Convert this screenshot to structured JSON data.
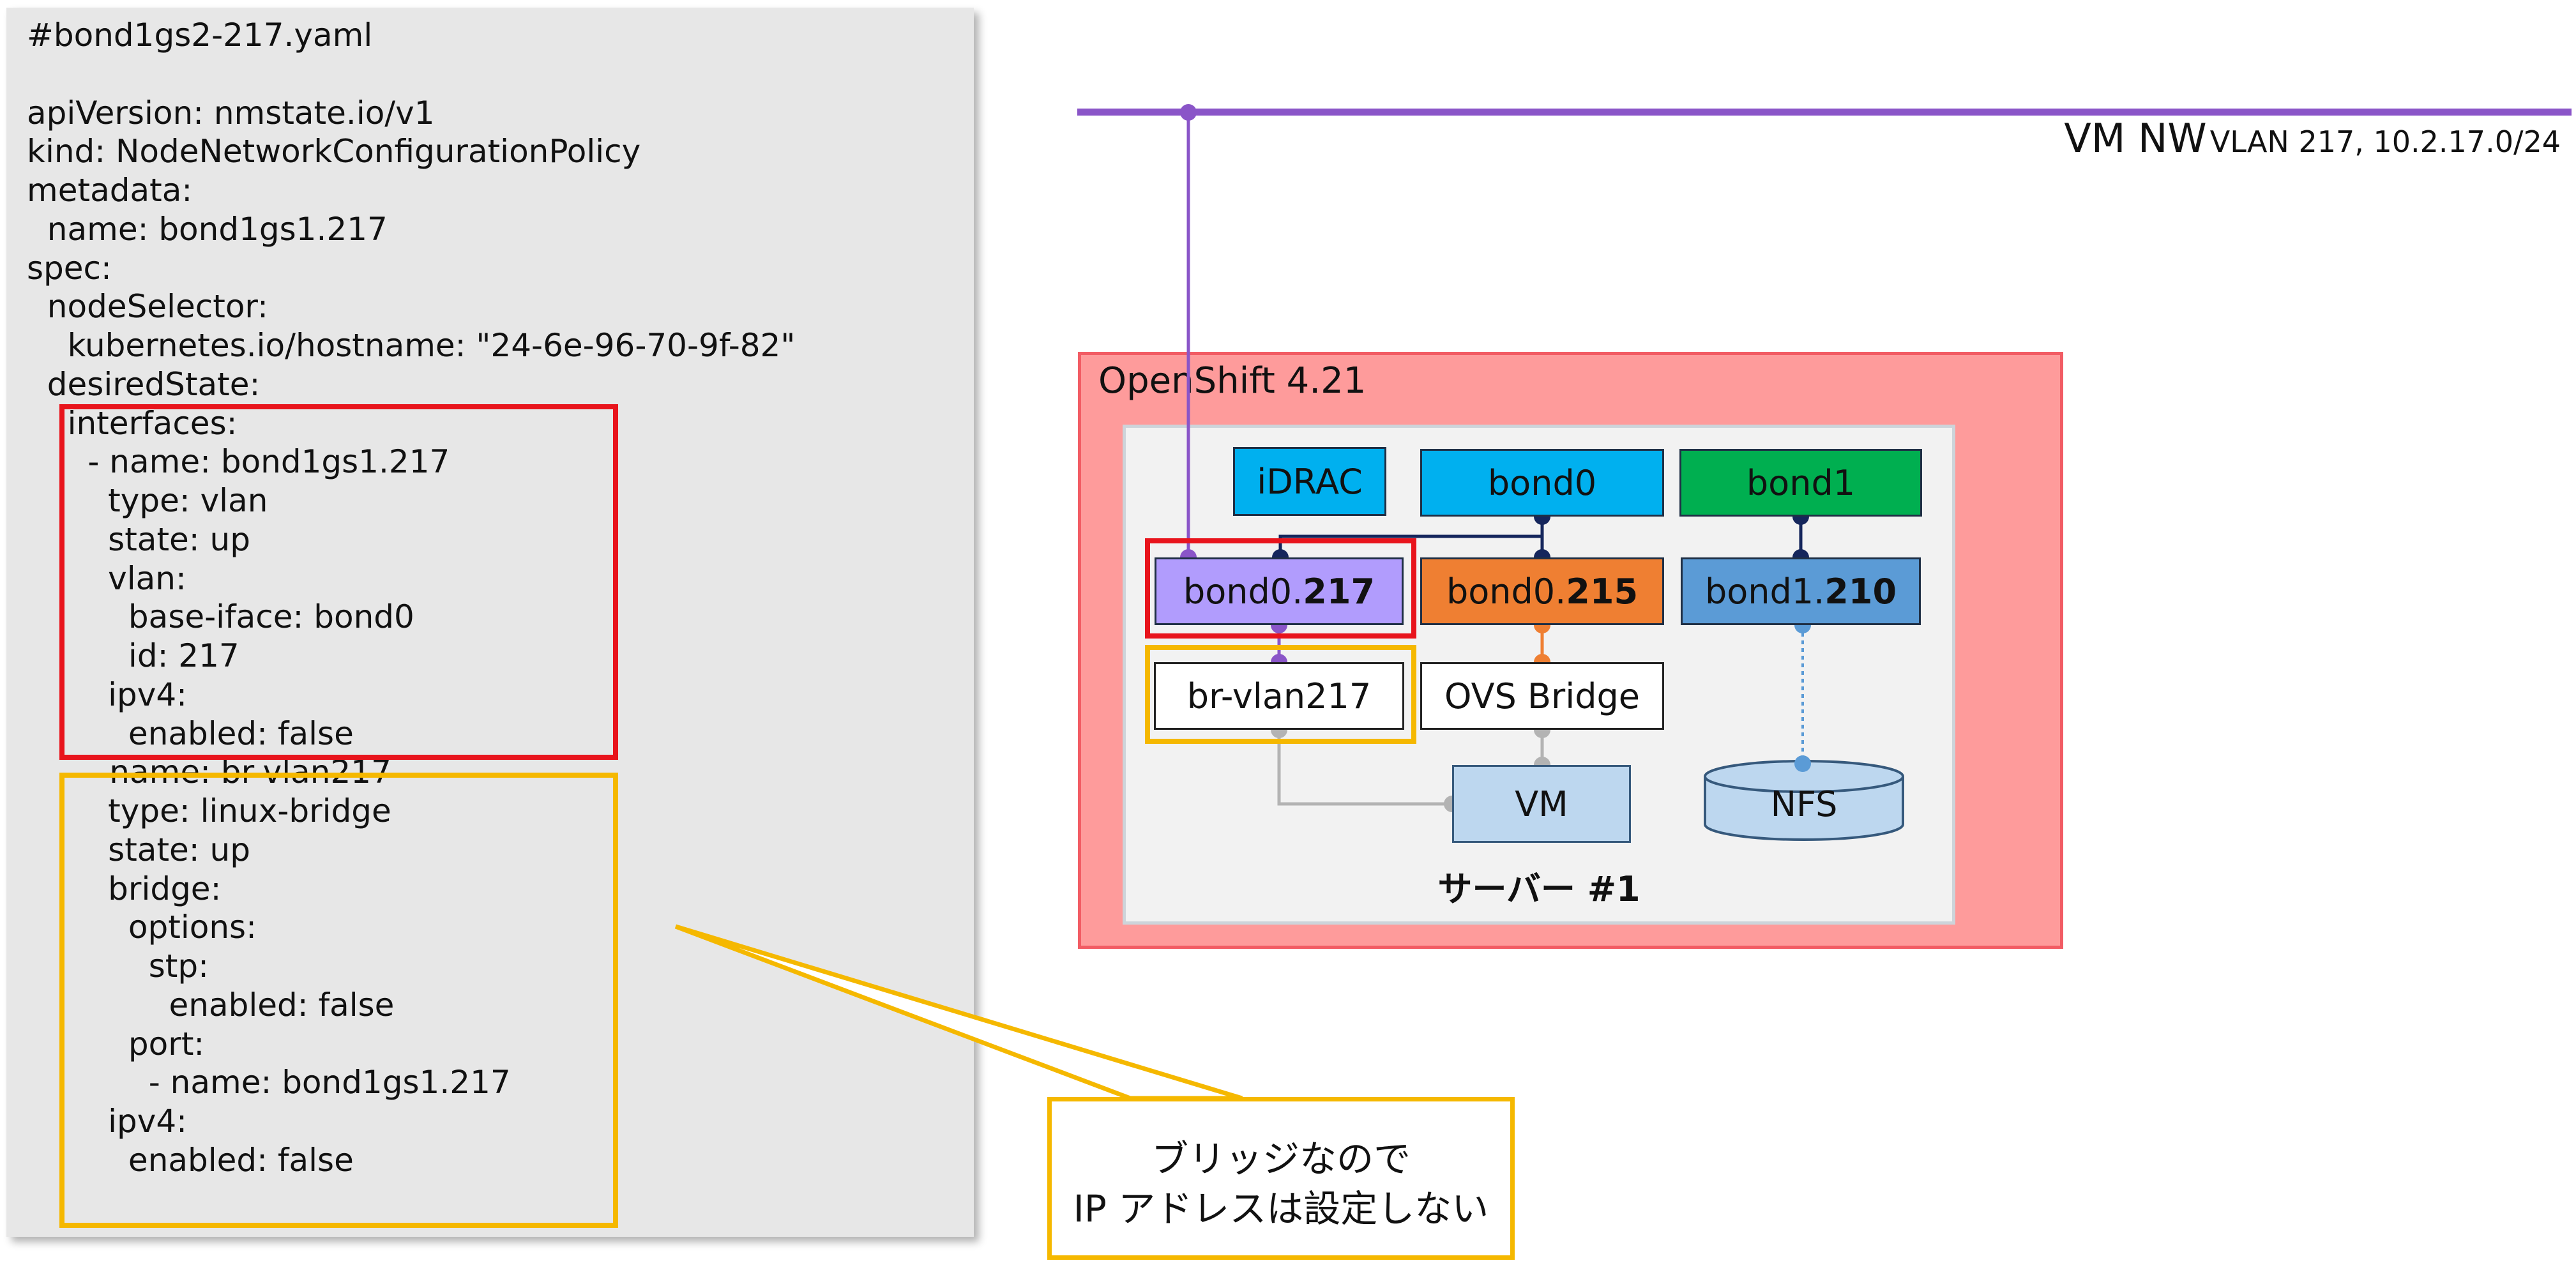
{
  "yaml": {
    "lines": [
      "#bond1gs2-217.yaml",
      "",
      "apiVersion: nmstate.io/v1",
      "kind: NodeNetworkConfigurationPolicy",
      "metadata:",
      "  name: bond1gs1.217",
      "spec:",
      "  nodeSelector:",
      "    kubernetes.io/hostname: \"24-6e-96-70-9f-82\"",
      "  desiredState:",
      "    interfaces:",
      "      - name: bond1gs1.217",
      "        type: vlan",
      "        state: up",
      "        vlan:",
      "          base-iface: bond0",
      "          id: 217",
      "        ipv4:",
      "          enabled: false",
      "      - name: br-vlan217",
      "        type: linux-bridge",
      "        state: up",
      "        bridge:",
      "          options:",
      "            stp:",
      "              enabled: false",
      "          port:",
      "            - name: bond1gs1.217",
      "        ipv4:",
      "          enabled: false"
    ]
  },
  "network": {
    "label_main": "VM NW",
    "label_detail": "VLAN 217, 10.2.17.0/24",
    "line_color": "#8a55c8"
  },
  "cluster": {
    "title": "OpenShift 4.21",
    "server_label": "サーバー #1",
    "nodes": {
      "idrac": "iDRAC",
      "bond0": "bond0",
      "bond1": "bond1",
      "bond0_217_prefix": "bond0.",
      "bond0_217_suffix": "217",
      "bond0_215_prefix": "bond0.",
      "bond0_215_suffix": "215",
      "bond1_210_prefix": "bond1.",
      "bond1_210_suffix": "210",
      "br_vlan217": "br-vlan217",
      "ovs_bridge": "OVS Bridge",
      "vm": "VM",
      "nfs": "NFS"
    }
  },
  "callout": {
    "line1": "ブリッジなので",
    "line2": "IP アドレスは設定しない"
  },
  "colors": {
    "vlan_highlight": "#e8141c",
    "bridge_highlight": "#f5b800",
    "cluster_fill": "#fe9b9b",
    "bond0_fill": "#00b0ef",
    "bond1_fill": "#00af50",
    "bond0_217_fill": "#b19cfd",
    "bond0_215_fill": "#ef7f32",
    "bond1_210_fill": "#5b9bd6"
  }
}
